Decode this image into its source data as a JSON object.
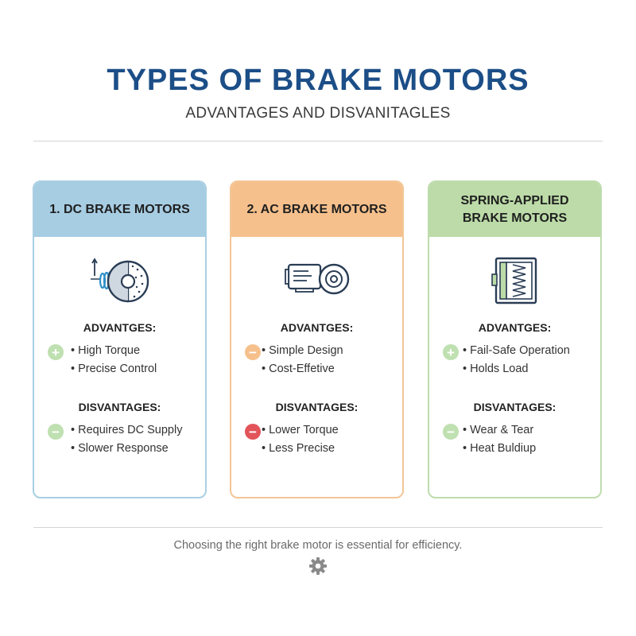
{
  "header": {
    "title": "TYPES OF BRAKE MOTORS",
    "subtitle": "ADVANTAGES AND DISVANITAGLES"
  },
  "cards": [
    {
      "title": "1. DC BRAKE MOTORS",
      "header_color": "#a7cde3",
      "icon": "disc-brake-coil-icon",
      "advantages_label": "ADVANTGES:",
      "advantages_mark": "plus",
      "advantages_mark_color": "#bfe0b0",
      "advantages": [
        "• High Torque",
        "• Precise Control"
      ],
      "disadvantages_label": "DISVANTAGES:",
      "disadvantages_mark": "minus",
      "disadvantages_mark_color": "#bfe0b0",
      "disadvantages": [
        "• Requires DC Supply",
        "• Slower Response"
      ]
    },
    {
      "title": "2. AC BRAKE MOTORS",
      "header_color": "#f6c08c",
      "icon": "ac-motor-disc-icon",
      "advantages_label": "ADVANTGES:",
      "advantages_mark": "minus",
      "advantages_mark_color": "#f6c08c",
      "advantages": [
        "• Simple Design",
        "• Cost-Effetive"
      ],
      "disadvantages_label": "DISVANTAGES:",
      "disadvantages_mark": "minus",
      "disadvantages_mark_color": "#e2545a",
      "disadvantages": [
        "• Lower Torque",
        "• Less Precise"
      ]
    },
    {
      "title": "SPRING-APPLIED BRAKE MOTORS",
      "header_color": "#bcdba8",
      "icon": "spring-brake-icon",
      "advantages_label": "ADVANTGES:",
      "advantages_mark": "plus",
      "advantages_mark_color": "#bfe0b0",
      "advantages": [
        "• Fail-Safe Operation",
        "• Holds Load"
      ],
      "disadvantages_label": "DISVANTAGES:",
      "disadvantages_mark": "minus",
      "disadvantages_mark_color": "#bfe0b0",
      "disadvantages": [
        "• Wear & Tear",
        "• Heat Buldiup"
      ]
    }
  ],
  "footer": {
    "text": "Choosing the right brake motor is essential for efficiency.",
    "icon": "gear-icon"
  },
  "colors": {
    "title": "#1c4e87",
    "dc_border": "#a9cfe3",
    "ac_border": "#f3c696",
    "spring_border": "#bedcae"
  }
}
